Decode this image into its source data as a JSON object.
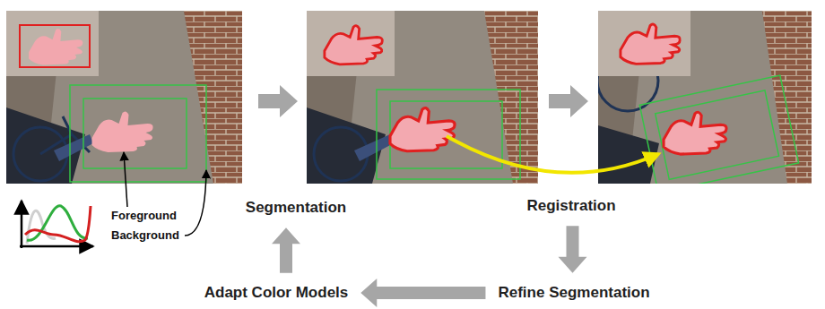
{
  "diagram": {
    "nodes": [
      {
        "text": [
          "Segmentation"
        ]
      },
      {
        "text": [
          "Registration"
        ]
      },
      {
        "text": [
          "Adapt Color Models"
        ]
      },
      {
        "text": [
          "Refine Segmentation"
        ]
      }
    ],
    "edges": [
      {
        "from": 1,
        "to": 3,
        "arrow": "to"
      },
      {
        "from": 3,
        "to": 2,
        "arrow": "to"
      },
      {
        "from": 2,
        "to": 0,
        "arrow": "to"
      }
    ],
    "labels": [
      "Foreground",
      "Background"
    ]
  }
}
